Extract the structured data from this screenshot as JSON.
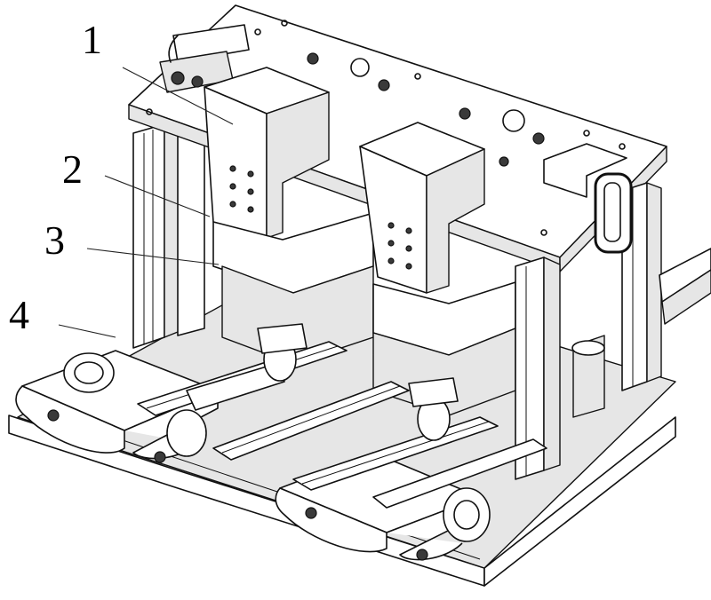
{
  "callouts": [
    {
      "label": "1"
    },
    {
      "label": "2"
    },
    {
      "label": "3"
    },
    {
      "label": "4"
    }
  ],
  "colors": {
    "line": "#111111",
    "background": "#ffffff",
    "shade": "#e6e6e6"
  }
}
